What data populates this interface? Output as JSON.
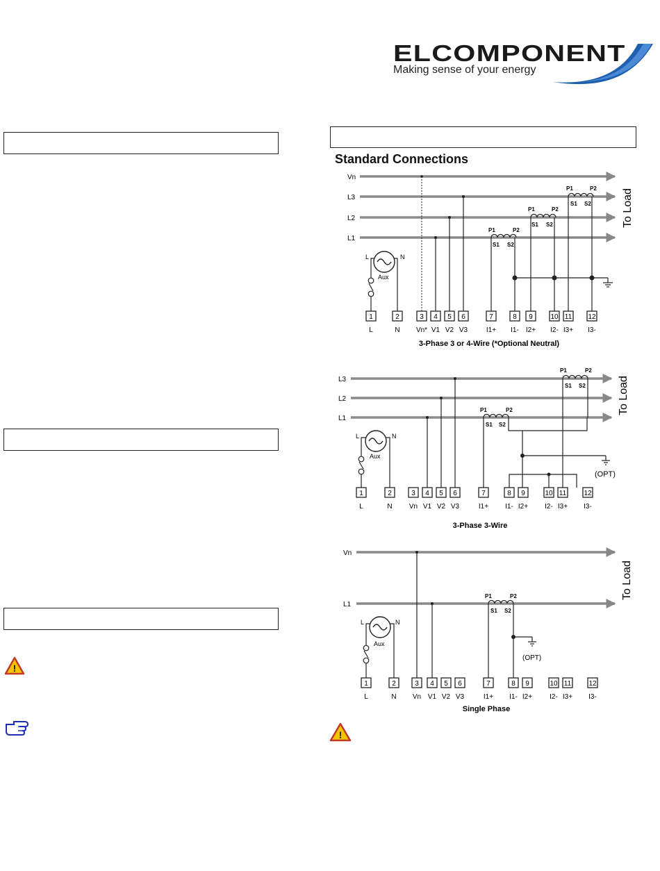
{
  "logo": {
    "name": "ELCOMPONENT",
    "tagline": "Making sense of your energy"
  },
  "heading": "Standard Connections",
  "common": {
    "aux": "Aux",
    "src_l": "L",
    "src_n": "N",
    "to_load": "To Load",
    "p1": "P1",
    "p2": "P2",
    "s1": "S1",
    "s2": "S2",
    "opt": "(OPT)"
  },
  "diagram1": {
    "title": "3-Phase 3 or 4-Wire (*Optional Neutral)",
    "lines": [
      "Vn",
      "L3",
      "L2",
      "L1"
    ],
    "terminals": [
      "1",
      "2",
      "3",
      "4",
      "5",
      "6",
      "7",
      "8",
      "9",
      "10",
      "11",
      "12"
    ],
    "labels": [
      "L",
      "N",
      "Vn*",
      "V1",
      "V2",
      "V3",
      "I1+",
      "I1-",
      "I2+",
      "I2-",
      "I3+",
      "I3-"
    ]
  },
  "diagram2": {
    "title": "3-Phase 3-Wire",
    "lines": [
      "L3",
      "L2",
      "L1"
    ],
    "terminals": [
      "1",
      "2",
      "3",
      "4",
      "5",
      "6",
      "7",
      "8",
      "9",
      "10",
      "11",
      "12"
    ],
    "labels": [
      "L",
      "N",
      "Vn",
      "V1",
      "V2",
      "V3",
      "I1+",
      "I1-",
      "I2+",
      "I2-",
      "I3+",
      "I3-"
    ]
  },
  "diagram3": {
    "title": "Single Phase",
    "lines": [
      "Vn",
      "L1"
    ],
    "terminals": [
      "1",
      "2",
      "3",
      "4",
      "5",
      "6",
      "7",
      "8",
      "9",
      "10",
      "11",
      "12"
    ],
    "labels": [
      "L",
      "N",
      "Vn",
      "V1",
      "V2",
      "V3",
      "I1+",
      "I1-",
      "I2+",
      "I2-",
      "I3+",
      "I3-"
    ]
  }
}
